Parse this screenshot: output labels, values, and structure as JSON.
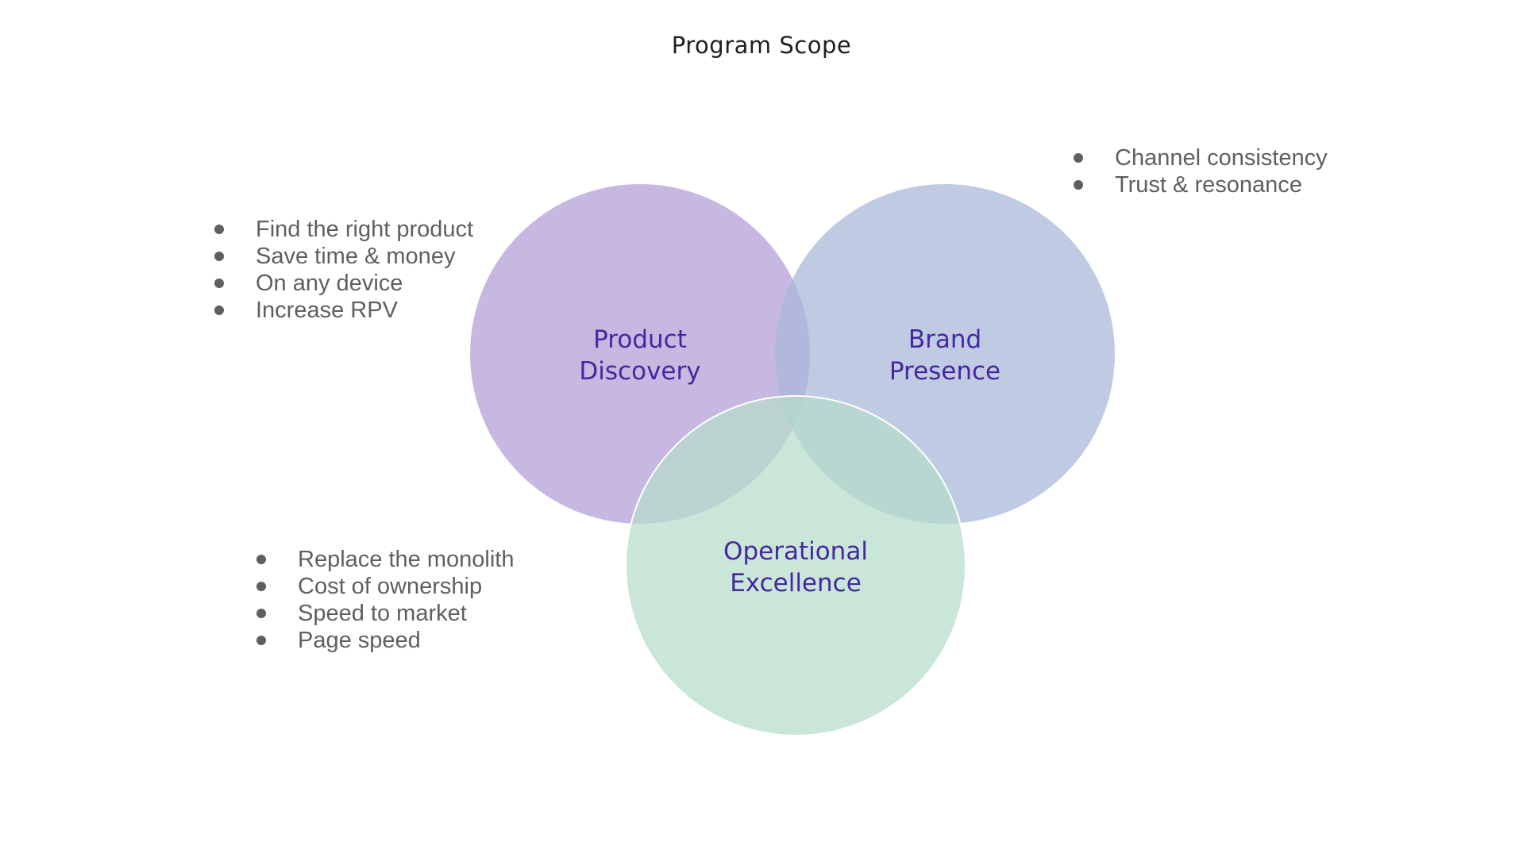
{
  "slide": {
    "title": "Program Scope"
  },
  "colors": {
    "discovery_fill": "#b9a6d9",
    "brand_fill": "#aab8d9",
    "operations_fill": "#b6dcc9",
    "label_text": "#4527a0",
    "bullet_text": "#5f5f5f"
  },
  "circles": {
    "discovery": {
      "line1": "Product",
      "line2": "Discovery"
    },
    "brand": {
      "line1": "Brand",
      "line2": "Presence"
    },
    "operations": {
      "line1": "Operational",
      "line2": "Excellence"
    }
  },
  "lists": {
    "discovery": [
      "Find the right product",
      "Save time & money",
      "On any device",
      "Increase RPV"
    ],
    "brand": [
      "Channel consistency",
      "Trust & resonance"
    ],
    "operations": [
      "Replace the monolith",
      "Cost of ownership",
      "Speed to market",
      "Page speed"
    ]
  }
}
